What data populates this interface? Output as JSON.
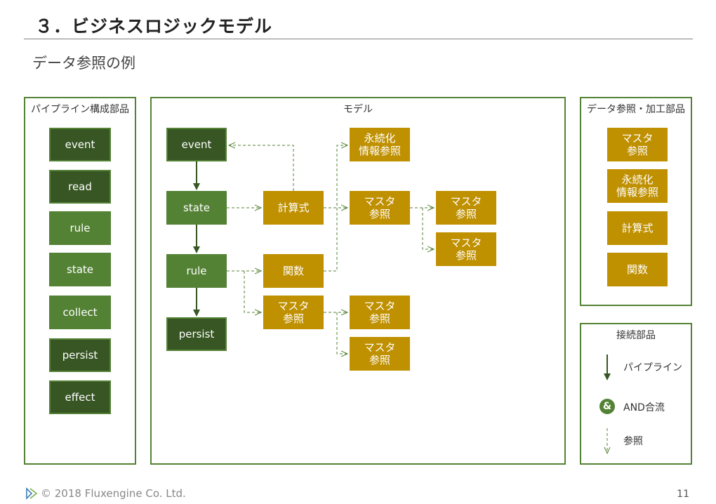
{
  "header": {
    "title": "３．ビジネスロジックモデル",
    "subtitle": "データ参照の例"
  },
  "left_panel": {
    "title": "パイプライン構成部品",
    "items": [
      "event",
      "read",
      "rule",
      "state",
      "collect",
      "persist",
      "effect"
    ]
  },
  "model_panel": {
    "title": "モデル",
    "pipeline": [
      "event",
      "state",
      "rule",
      "persist"
    ],
    "calc": "計算式",
    "func": "関数",
    "perpetual": "永続化\n情報参照",
    "master": "マスタ\n参照"
  },
  "right_panel": {
    "title": "データ参照・加工部品",
    "items": [
      "マスタ\n参照",
      "永続化\n情報参照",
      "計算式",
      "関数"
    ]
  },
  "legend": {
    "title": "接続部品",
    "pipeline_label": "パイプライン",
    "and_symbol": "&",
    "and_label": "AND合流",
    "ref_label": "参照"
  },
  "footer": {
    "copyright": "© 2018 Fluxengine Co. Ltd.",
    "page": "11"
  },
  "colors": {
    "dark_green": "#375623",
    "green": "#548235",
    "gold": "#bf9000"
  }
}
